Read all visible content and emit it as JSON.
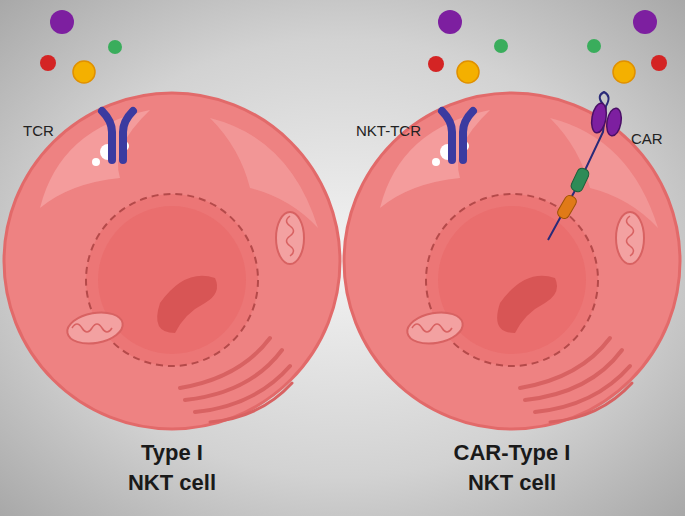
{
  "diagram": {
    "nodes": [
      {
        "text": [
          "Type I NKT cell"
        ]
      },
      {
        "text": [
          "CAR-Type I NKT cell"
        ]
      }
    ],
    "labels": [
      "TCR",
      "NKT-TCR",
      "CAR"
    ]
  }
}
